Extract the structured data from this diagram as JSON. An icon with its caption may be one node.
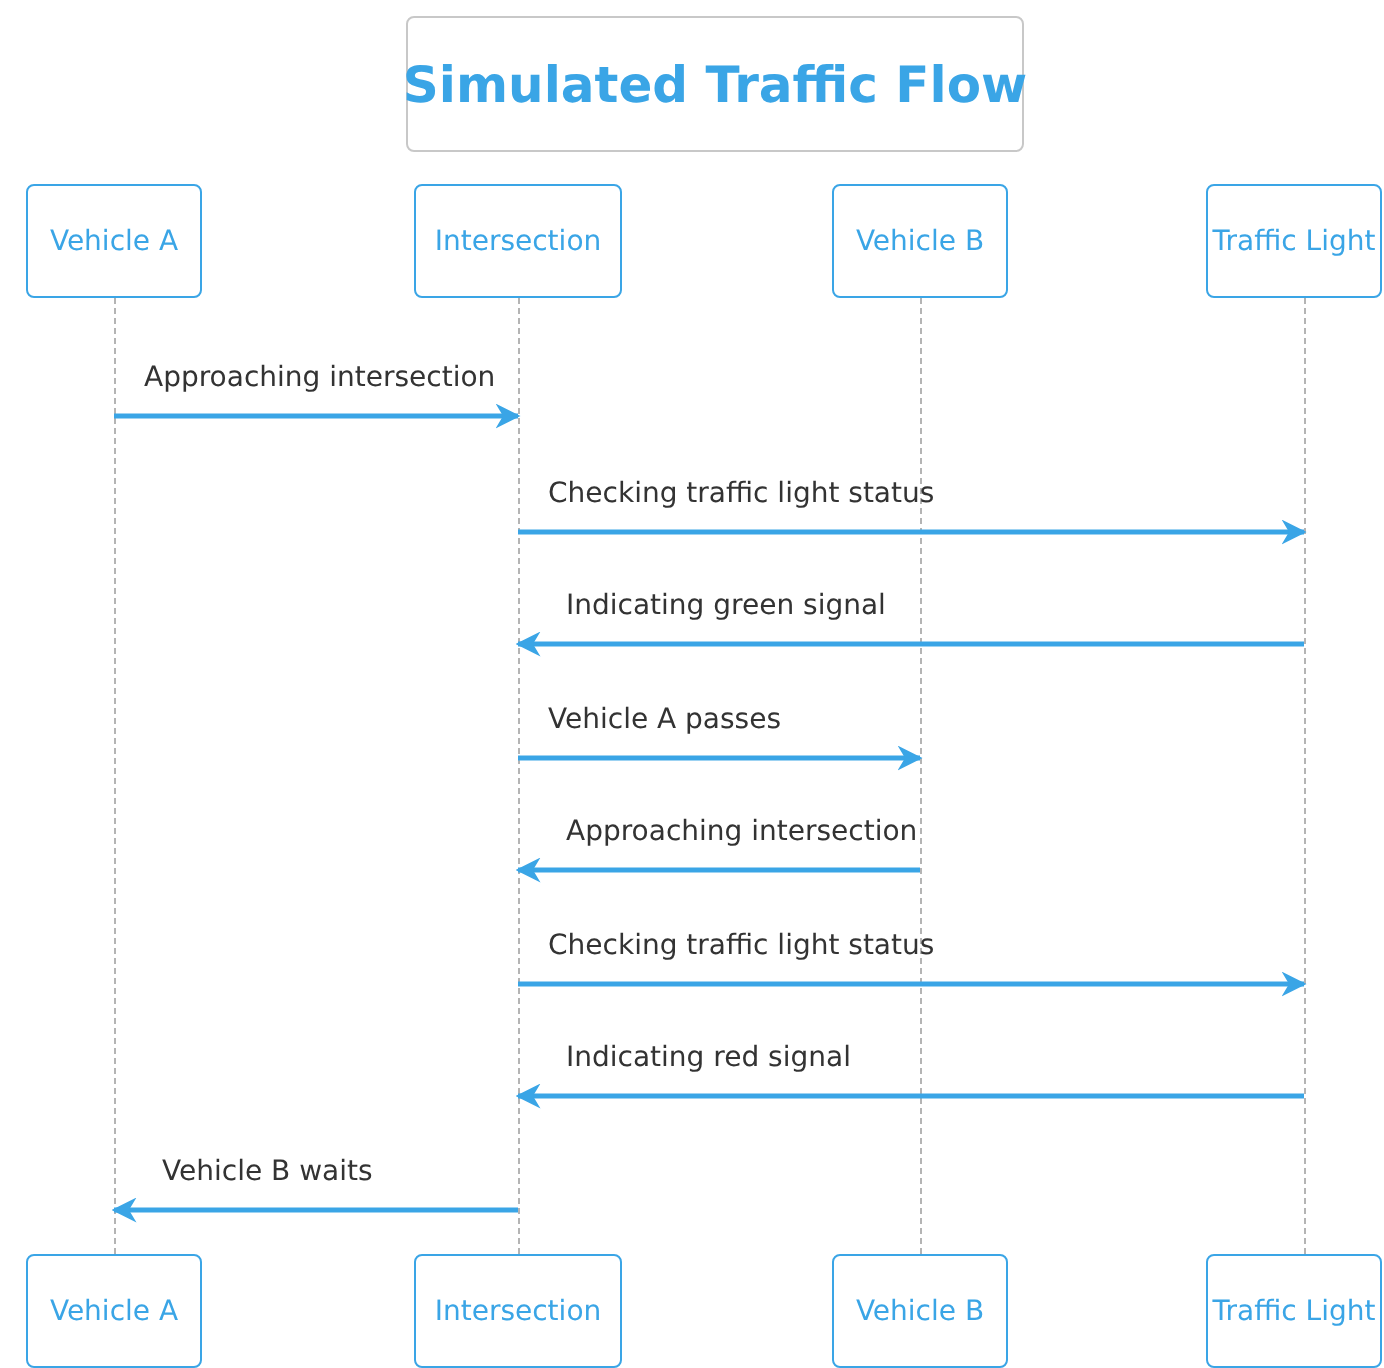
{
  "diagram": {
    "title": "Simulated Traffic Flow",
    "nodes": [
      {
        "text": [
          "Vehicle A"
        ]
      },
      {
        "text": [
          "Intersection"
        ]
      },
      {
        "text": [
          "Vehicle B"
        ]
      },
      {
        "text": [
          "Traffic Light"
        ]
      },
      {
        "text": [],
        "shape": "bar"
      },
      {
        "text": [],
        "shape": "bar"
      },
      {
        "text": [],
        "shape": "bar"
      },
      {
        "text": [],
        "shape": "bar"
      },
      {
        "text": [
          "Vehicle A"
        ]
      },
      {
        "text": [
          "Intersection"
        ]
      },
      {
        "text": [
          "Vehicle B"
        ]
      },
      {
        "text": [
          "Traffic Light"
        ]
      }
    ],
    "edges": [
      {
        "from": 4,
        "to": 5,
        "arrow": "to",
        "label": "Approaching intersection"
      },
      {
        "from": 5,
        "to": 7,
        "arrow": "to",
        "label": "Checking traffic light status"
      },
      {
        "from": 7,
        "to": 5,
        "arrow": "to",
        "label": "Indicating green signal"
      },
      {
        "from": 5,
        "to": 6,
        "arrow": "to",
        "label": "Vehicle A passes"
      },
      {
        "from": 6,
        "to": 5,
        "arrow": "to",
        "label": "Approaching intersection"
      },
      {
        "from": 5,
        "to": 7,
        "arrow": "to",
        "label": "Checking traffic light status"
      },
      {
        "from": 7,
        "to": 5,
        "arrow": "to",
        "label": "Indicating red signal"
      },
      {
        "from": 5,
        "to": 4,
        "arrow": "to",
        "label": "Vehicle B waits"
      }
    ]
  }
}
